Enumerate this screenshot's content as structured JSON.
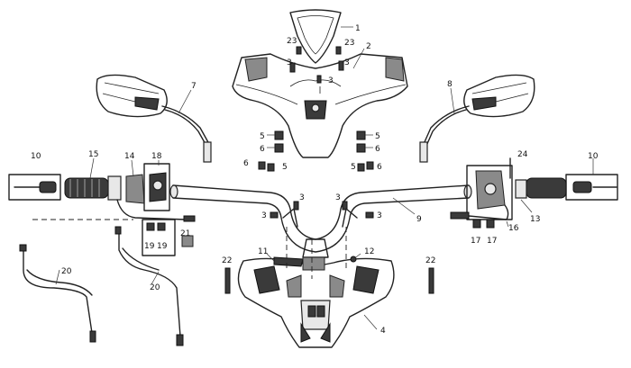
{
  "callouts": [
    {
      "id": "c1",
      "text": "1"
    },
    {
      "id": "c2",
      "text": "2"
    },
    {
      "id": "c3a",
      "text": "3"
    },
    {
      "id": "c3b",
      "text": "3"
    },
    {
      "id": "c3c",
      "text": "3"
    },
    {
      "id": "c3d",
      "text": "3"
    },
    {
      "id": "c3e",
      "text": "3"
    },
    {
      "id": "c3f",
      "text": "3"
    },
    {
      "id": "c3g",
      "text": "3"
    },
    {
      "id": "c4",
      "text": "4"
    },
    {
      "id": "c5a",
      "text": "5"
    },
    {
      "id": "c5b",
      "text": "5"
    },
    {
      "id": "c5c",
      "text": "5"
    },
    {
      "id": "c5d",
      "text": "5"
    },
    {
      "id": "c6a",
      "text": "6"
    },
    {
      "id": "c6b",
      "text": "6"
    },
    {
      "id": "c6c",
      "text": "6"
    },
    {
      "id": "c6d",
      "text": "6"
    },
    {
      "id": "c7",
      "text": "7"
    },
    {
      "id": "c8",
      "text": "8"
    },
    {
      "id": "c9",
      "text": "9"
    },
    {
      "id": "c10a",
      "text": "10"
    },
    {
      "id": "c10b",
      "text": "10"
    },
    {
      "id": "c11",
      "text": "11"
    },
    {
      "id": "c12",
      "text": "12"
    },
    {
      "id": "c13",
      "text": "13"
    },
    {
      "id": "c14",
      "text": "14"
    },
    {
      "id": "c15",
      "text": "15"
    },
    {
      "id": "c16",
      "text": "16"
    },
    {
      "id": "c17a",
      "text": "17"
    },
    {
      "id": "c17b",
      "text": "17"
    },
    {
      "id": "c18",
      "text": "18"
    },
    {
      "id": "c19a",
      "text": "19"
    },
    {
      "id": "c19b",
      "text": "19"
    },
    {
      "id": "c20a",
      "text": "20"
    },
    {
      "id": "c20b",
      "text": "20"
    },
    {
      "id": "c21",
      "text": "21"
    },
    {
      "id": "c22a",
      "text": "22"
    },
    {
      "id": "c22b",
      "text": "22"
    },
    {
      "id": "c23a",
      "text": "23"
    },
    {
      "id": "c23b",
      "text": "23"
    },
    {
      "id": "c24",
      "text": "24"
    }
  ]
}
